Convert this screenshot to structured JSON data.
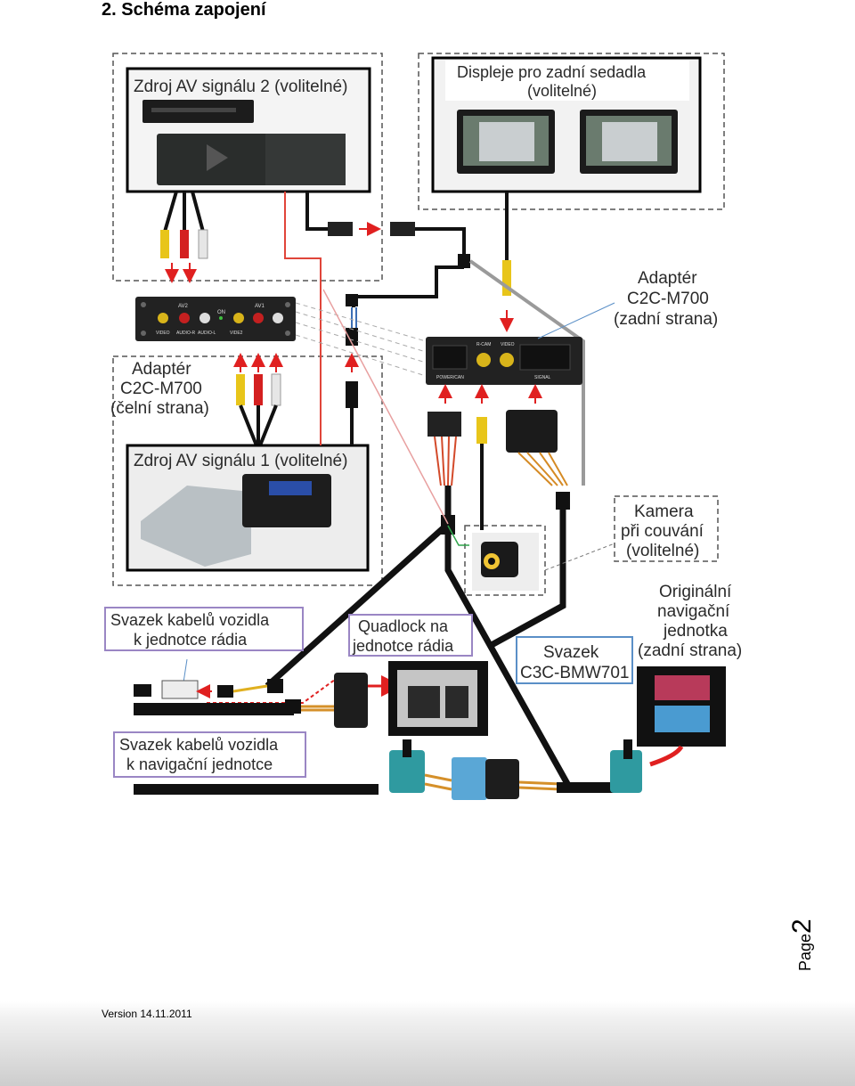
{
  "heading": "2.  Schéma zapojení",
  "labels": {
    "av_source_2": "Zdroj AV signálu 2 (volitelné)",
    "rear_displays_line1": "Displeje pro zadní sedadla",
    "rear_displays_line2": "(volitelné)",
    "adapter_rear_line1": "Adaptér",
    "adapter_rear_line2": "C2C-M700",
    "adapter_rear_line3": "(zadní strana)",
    "adapter_front_line1": "Adaptér",
    "adapter_front_line2": "C2C-M700",
    "adapter_front_line3": "(čelní strana)",
    "av_source_1": "Zdroj AV signálu 1 (volitelné)",
    "camera_line1": "Kamera",
    "camera_line2": "při couvání",
    "camera_line3": "(volitelné)",
    "vehicle_harness_radio_line1": "Svazek kabelů vozidla",
    "vehicle_harness_radio_line2": "k jednotce rádia",
    "quadlock_line1": "Quadlock na",
    "quadlock_line2": "jednotce rádia",
    "harness_c3c_line1": "Svazek",
    "harness_c3c_line2": "C3C-BMW701",
    "orig_nav_line1": "Originální",
    "orig_nav_line2": "navigační",
    "orig_nav_line3": "jednotka",
    "orig_nav_line4": "(zadní strana)",
    "vehicle_harness_nav_line1": "Svazek kabelů vozidla",
    "vehicle_harness_nav_line2": "k navigační jednotce"
  },
  "front_panel": {
    "av2": "AV2",
    "av1": "AV1",
    "on": "ON",
    "video": "VIDEO",
    "audio_r": "AUDIO-R",
    "audio_l": "AUDIO-L",
    "video2": "VIDE2"
  },
  "rear_panel": {
    "power_can": "POWER/CAN",
    "r_cam": "R-CAM",
    "video": "VIDEO",
    "signal": "SIGNAL"
  },
  "colors": {
    "cable": "#111111",
    "grey_cable": "#9a9a9a",
    "red_cable": "#e0453a",
    "arrow": "#e02020",
    "teal_connector": "#2f9aa0",
    "blue_connector": "#5aa7d6",
    "label_border": "#9a86c4"
  },
  "page": {
    "word": "Page",
    "number": "2"
  },
  "footer": {
    "version": "Version 14.11.2011"
  }
}
